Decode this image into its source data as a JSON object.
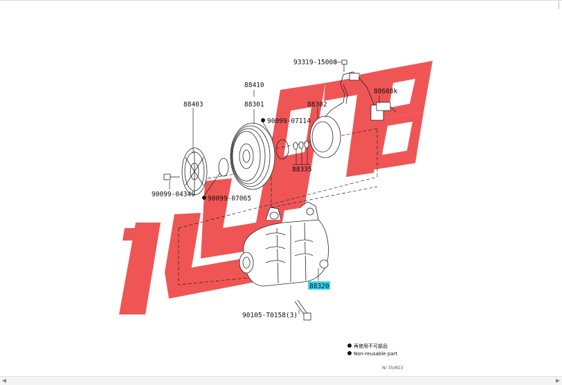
{
  "diagram": {
    "parts": {
      "p88403": "88403",
      "p88410": "88410",
      "p88301": "88301",
      "p88302": "88302",
      "p93319": "93319-15008",
      "p88688k": "88688k",
      "p90099_07114": "90099-07114",
      "p88335": "88335",
      "p90099_04349": "90099-04349",
      "p90099_07065": "90099-07065",
      "p88320": "88320",
      "p90105": "90105-T0158(3)"
    },
    "legend": {
      "cn": "再使用不可部品",
      "en": "Non-reusable part"
    },
    "code": "N/ 35/8G3"
  },
  "watermark": {
    "color": "#ee3838"
  },
  "highlight": {
    "color": "#37d3f0"
  },
  "scrollbar": {
    "left_arrow": "◀",
    "right_arrow": "▶"
  }
}
